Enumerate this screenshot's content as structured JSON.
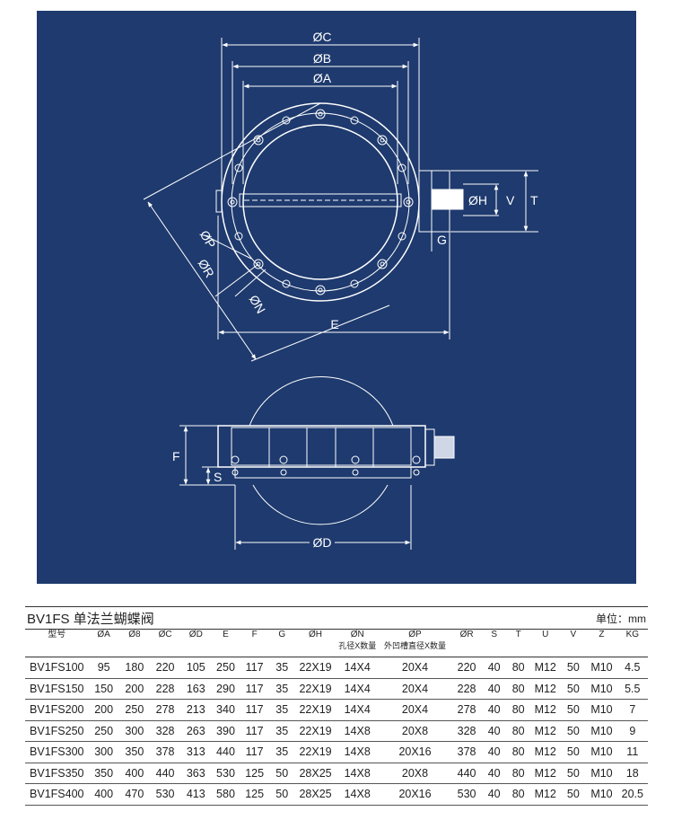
{
  "drawing": {
    "labels": {
      "dia_c": "ØC",
      "dia_b": "ØB",
      "dia_a": "ØA",
      "dia_h": "ØH",
      "v": "V",
      "t": "T",
      "g": "G",
      "dia_p": "ØP",
      "dia_r": "ØR",
      "dia_n": "ØN",
      "e": "E",
      "f": "F",
      "s": "S",
      "dia_d": "ØD"
    },
    "colors": {
      "background": "#1e3a6e",
      "lines": "#ffffff"
    }
  },
  "table": {
    "title": "BV1FS 单法兰蝴蝶阀",
    "unit": "单位：mm",
    "headers": [
      {
        "label": "型号"
      },
      {
        "label": "ØA"
      },
      {
        "label": "Ø8"
      },
      {
        "label": "ØC"
      },
      {
        "label": "ØD"
      },
      {
        "label": "E"
      },
      {
        "label": "F"
      },
      {
        "label": "G"
      },
      {
        "label": "ØH"
      },
      {
        "label": "ØN",
        "sub": "孔径X数量"
      },
      {
        "label": "ØP",
        "sub": "外凹槽直径X数量"
      },
      {
        "label": "ØR"
      },
      {
        "label": "S"
      },
      {
        "label": "T"
      },
      {
        "label": "U"
      },
      {
        "label": "V"
      },
      {
        "label": "Z"
      },
      {
        "label": "KG"
      }
    ],
    "rows": [
      [
        "BV1FS100",
        "95",
        "180",
        "220",
        "105",
        "250",
        "117",
        "35",
        "22X19",
        "14X4",
        "20X4",
        "220",
        "40",
        "80",
        "M12",
        "50",
        "M10",
        "4.5"
      ],
      [
        "BV1FS150",
        "150",
        "200",
        "228",
        "163",
        "290",
        "117",
        "35",
        "22X19",
        "14X4",
        "20X4",
        "228",
        "40",
        "80",
        "M12",
        "50",
        "M10",
        "5.5"
      ],
      [
        "BV1FS200",
        "200",
        "250",
        "278",
        "213",
        "340",
        "117",
        "35",
        "22X19",
        "14X4",
        "20X4",
        "278",
        "40",
        "80",
        "M12",
        "50",
        "M10",
        "7"
      ],
      [
        "BV1FS250",
        "250",
        "300",
        "328",
        "263",
        "390",
        "117",
        "35",
        "22X19",
        "14X8",
        "20X8",
        "328",
        "40",
        "80",
        "M12",
        "50",
        "M10",
        "9"
      ],
      [
        "BV1FS300",
        "300",
        "350",
        "378",
        "313",
        "440",
        "117",
        "35",
        "22X19",
        "14X8",
        "20X16",
        "378",
        "40",
        "80",
        "M12",
        "50",
        "M10",
        "11"
      ],
      [
        "BV1FS350",
        "350",
        "400",
        "440",
        "363",
        "530",
        "125",
        "50",
        "28X25",
        "14X8",
        "20X8",
        "440",
        "40",
        "80",
        "M12",
        "50",
        "M10",
        "18"
      ],
      [
        "BV1FS400",
        "400",
        "470",
        "530",
        "413",
        "580",
        "125",
        "50",
        "28X25",
        "14X8",
        "20X16",
        "530",
        "40",
        "80",
        "M12",
        "50",
        "M10",
        "20.5"
      ]
    ]
  }
}
